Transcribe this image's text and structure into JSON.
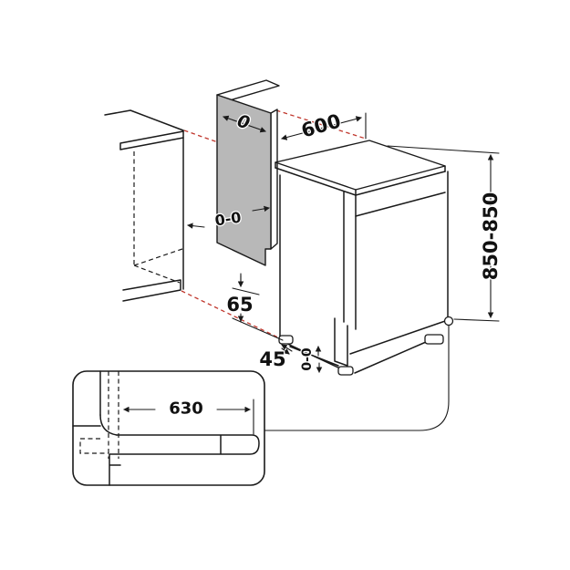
{
  "diagram": {
    "labels": {
      "panel_top_width": "0",
      "appliance_width": "600",
      "side_clearance": "0-0",
      "appliance_height": "850-850",
      "base_height": "65",
      "foot_inset": "45",
      "floor_clearance": "0-0",
      "open_door_depth": "630"
    },
    "colors": {
      "line": "#1a1a1a",
      "alignment_line": "#c0362c",
      "panel_fill": "#b8b8b8",
      "background": "#ffffff"
    }
  }
}
